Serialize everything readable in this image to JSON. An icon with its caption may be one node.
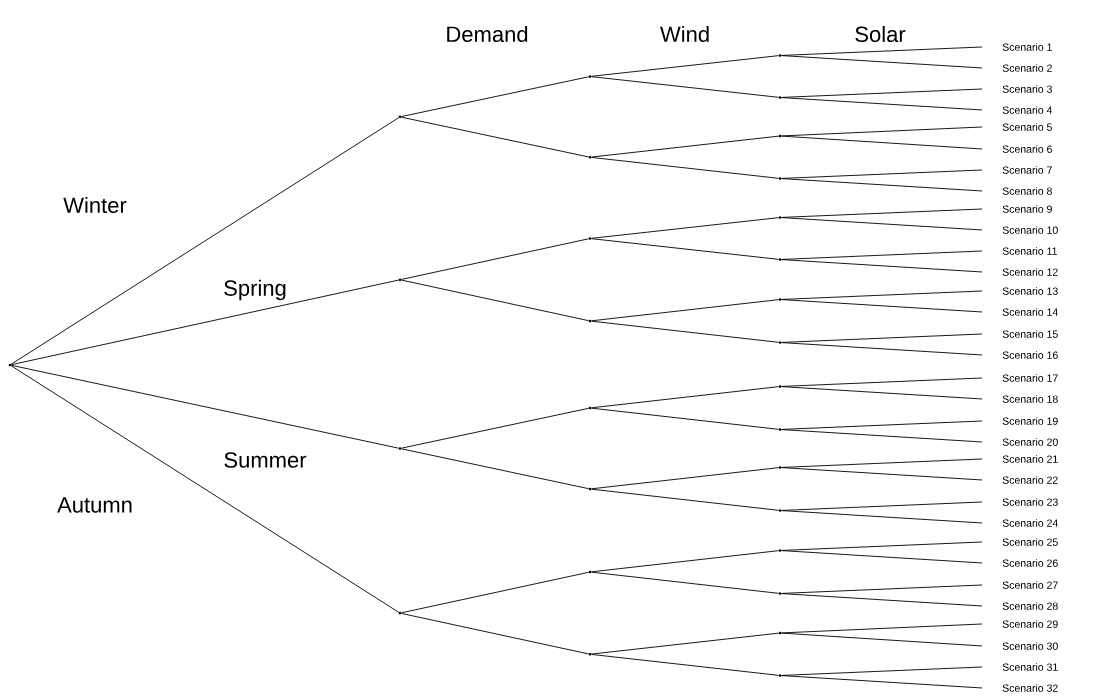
{
  "diagram": {
    "nodes": [
      {
        "text": [],
        "shape": "point"
      },
      {
        "text": [],
        "shape": "point"
      },
      {
        "text": [],
        "shape": "point"
      },
      {
        "text": [],
        "shape": "point"
      },
      {
        "text": [],
        "shape": "point"
      },
      {
        "text": [],
        "shape": "point"
      },
      {
        "text": [],
        "shape": "point"
      },
      {
        "text": [],
        "shape": "point"
      },
      {
        "text": [],
        "shape": "point"
      },
      {
        "text": [],
        "shape": "point"
      },
      {
        "text": [],
        "shape": "point"
      },
      {
        "text": [],
        "shape": "point"
      },
      {
        "text": [],
        "shape": "point"
      },
      {
        "text": [],
        "shape": "point"
      },
      {
        "text": [],
        "shape": "point"
      },
      {
        "text": [],
        "shape": "point"
      },
      {
        "text": [],
        "shape": "point"
      },
      {
        "text": [],
        "shape": "point"
      },
      {
        "text": [],
        "shape": "point"
      },
      {
        "text": [],
        "shape": "point"
      },
      {
        "text": [],
        "shape": "point"
      },
      {
        "text": [],
        "shape": "point"
      },
      {
        "text": [],
        "shape": "point"
      },
      {
        "text": [],
        "shape": "point"
      },
      {
        "text": [],
        "shape": "point"
      },
      {
        "text": [],
        "shape": "point"
      },
      {
        "text": [],
        "shape": "point"
      },
      {
        "text": [],
        "shape": "point"
      },
      {
        "text": [],
        "shape": "point"
      },
      {
        "text": [
          "Scenario 1"
        ]
      },
      {
        "text": [
          "Scenario 2"
        ]
      },
      {
        "text": [
          "Scenario 3"
        ]
      },
      {
        "text": [
          "Scenario 4"
        ]
      },
      {
        "text": [
          "Scenario 5"
        ]
      },
      {
        "text": [
          "Scenario 6"
        ]
      },
      {
        "text": [
          "Scenario 7"
        ]
      },
      {
        "text": [
          "Scenario 8"
        ]
      },
      {
        "text": [
          "Scenario 9"
        ]
      },
      {
        "text": [
          "Scenario 10"
        ]
      },
      {
        "text": [
          "Scenario 11"
        ]
      },
      {
        "text": [
          "Scenario 12"
        ]
      },
      {
        "text": [
          "Scenario 13"
        ]
      },
      {
        "text": [
          "Scenario 14"
        ]
      },
      {
        "text": [
          "Scenario 15"
        ]
      },
      {
        "text": [
          "Scenario 16"
        ]
      },
      {
        "text": [
          "Scenario 17"
        ]
      },
      {
        "text": [
          "Scenario 18"
        ]
      },
      {
        "text": [
          "Scenario 19"
        ]
      },
      {
        "text": [
          "Scenario 20"
        ]
      },
      {
        "text": [
          "Scenario 21"
        ]
      },
      {
        "text": [
          "Scenario 22"
        ]
      },
      {
        "text": [
          "Scenario 23"
        ]
      },
      {
        "text": [
          "Scenario 24"
        ]
      },
      {
        "text": [
          "Scenario 25"
        ]
      },
      {
        "text": [
          "Scenario 26"
        ]
      },
      {
        "text": [
          "Scenario 27"
        ]
      },
      {
        "text": [
          "Scenario 28"
        ]
      },
      {
        "text": [
          "Scenario 29"
        ]
      },
      {
        "text": [
          "Scenario 30"
        ]
      },
      {
        "text": [
          "Scenario 31"
        ]
      },
      {
        "text": [
          "Scenario 32"
        ]
      }
    ],
    "edges": [
      {
        "from": 0,
        "to": 1,
        "arrow": "none",
        "label": "Winter"
      },
      {
        "from": 0,
        "to": 2,
        "arrow": "none",
        "label": "Spring"
      },
      {
        "from": 0,
        "to": 3,
        "arrow": "none",
        "label": "Summer"
      },
      {
        "from": 0,
        "to": 4,
        "arrow": "none",
        "label": "Autumn"
      },
      {
        "from": 1,
        "to": 5,
        "arrow": "none"
      },
      {
        "from": 1,
        "to": 6,
        "arrow": "none"
      },
      {
        "from": 2,
        "to": 7,
        "arrow": "none"
      },
      {
        "from": 2,
        "to": 8,
        "arrow": "none"
      },
      {
        "from": 3,
        "to": 9,
        "arrow": "none"
      },
      {
        "from": 3,
        "to": 10,
        "arrow": "none"
      },
      {
        "from": 4,
        "to": 11,
        "arrow": "none"
      },
      {
        "from": 4,
        "to": 12,
        "arrow": "none"
      },
      {
        "from": 5,
        "to": 13,
        "arrow": "none"
      },
      {
        "from": 5,
        "to": 14,
        "arrow": "none"
      },
      {
        "from": 6,
        "to": 15,
        "arrow": "none"
      },
      {
        "from": 6,
        "to": 16,
        "arrow": "none"
      },
      {
        "from": 7,
        "to": 17,
        "arrow": "none"
      },
      {
        "from": 7,
        "to": 18,
        "arrow": "none"
      },
      {
        "from": 8,
        "to": 19,
        "arrow": "none"
      },
      {
        "from": 8,
        "to": 20,
        "arrow": "none"
      },
      {
        "from": 9,
        "to": 21,
        "arrow": "none"
      },
      {
        "from": 9,
        "to": 22,
        "arrow": "none"
      },
      {
        "from": 10,
        "to": 23,
        "arrow": "none"
      },
      {
        "from": 10,
        "to": 24,
        "arrow": "none"
      },
      {
        "from": 11,
        "to": 25,
        "arrow": "none"
      },
      {
        "from": 11,
        "to": 26,
        "arrow": "none"
      },
      {
        "from": 12,
        "to": 27,
        "arrow": "none"
      },
      {
        "from": 12,
        "to": 28,
        "arrow": "none"
      },
      {
        "from": 13,
        "to": 29,
        "arrow": "none"
      },
      {
        "from": 13,
        "to": 30,
        "arrow": "none"
      },
      {
        "from": 14,
        "to": 31,
        "arrow": "none"
      },
      {
        "from": 14,
        "to": 32,
        "arrow": "none"
      },
      {
        "from": 15,
        "to": 33,
        "arrow": "none"
      },
      {
        "from": 15,
        "to": 34,
        "arrow": "none"
      },
      {
        "from": 16,
        "to": 35,
        "arrow": "none"
      },
      {
        "from": 16,
        "to": 36,
        "arrow": "none"
      },
      {
        "from": 17,
        "to": 37,
        "arrow": "none"
      },
      {
        "from": 17,
        "to": 38,
        "arrow": "none"
      },
      {
        "from": 18,
        "to": 39,
        "arrow": "none"
      },
      {
        "from": 18,
        "to": 40,
        "arrow": "none"
      },
      {
        "from": 19,
        "to": 41,
        "arrow": "none"
      },
      {
        "from": 19,
        "to": 42,
        "arrow": "none"
      },
      {
        "from": 20,
        "to": 43,
        "arrow": "none"
      },
      {
        "from": 20,
        "to": 44,
        "arrow": "none"
      },
      {
        "from": 21,
        "to": 45,
        "arrow": "none"
      },
      {
        "from": 21,
        "to": 46,
        "arrow": "none"
      },
      {
        "from": 22,
        "to": 47,
        "arrow": "none"
      },
      {
        "from": 22,
        "to": 48,
        "arrow": "none"
      },
      {
        "from": 23,
        "to": 49,
        "arrow": "none"
      },
      {
        "from": 23,
        "to": 50,
        "arrow": "none"
      },
      {
        "from": 24,
        "to": 51,
        "arrow": "none"
      },
      {
        "from": 24,
        "to": 52,
        "arrow": "none"
      },
      {
        "from": 25,
        "to": 53,
        "arrow": "none"
      },
      {
        "from": 25,
        "to": 54,
        "arrow": "none"
      },
      {
        "from": 26,
        "to": 55,
        "arrow": "none"
      },
      {
        "from": 26,
        "to": 56,
        "arrow": "none"
      },
      {
        "from": 27,
        "to": 57,
        "arrow": "none"
      },
      {
        "from": 27,
        "to": 58,
        "arrow": "none"
      },
      {
        "from": 28,
        "to": 59,
        "arrow": "none"
      },
      {
        "from": 28,
        "to": 60,
        "arrow": "none"
      }
    ],
    "labels": [
      "Demand",
      "Wind",
      "Solar"
    ]
  }
}
